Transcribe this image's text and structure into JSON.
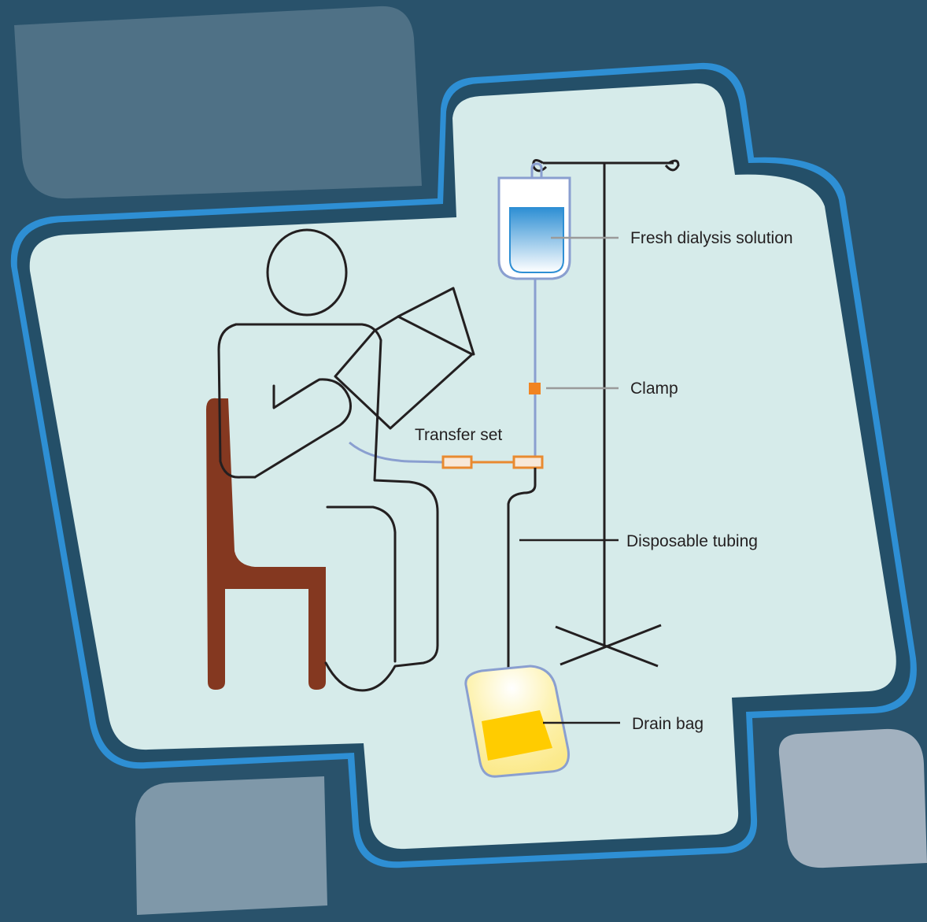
{
  "labels": {
    "fresh_solution": "Fresh dialysis solution",
    "clamp": "Clamp",
    "transfer_set": "Transfer set",
    "disposable_tubing": "Disposable tubing",
    "drain_bag": "Drain bag"
  },
  "colors": {
    "background": "#29526b",
    "panel": "#d6ebea",
    "panel_border": "#2e8fd4",
    "tile_top": "#4f7186",
    "tile_bottom_left": "#7f98a9",
    "tile_bottom_right": "#a2b1bf",
    "chair": "#843820",
    "tubing_blue": "#8a9fd0",
    "clamp_orange": "#f18421",
    "transfer_orange": "#e98a30",
    "drain_yellow": "#ffcc00",
    "drain_bag_fill": "#fdf3b4",
    "solution_top": "#2e8fd4",
    "leader_gray": "#9a9a9a",
    "ink": "#231f20"
  }
}
